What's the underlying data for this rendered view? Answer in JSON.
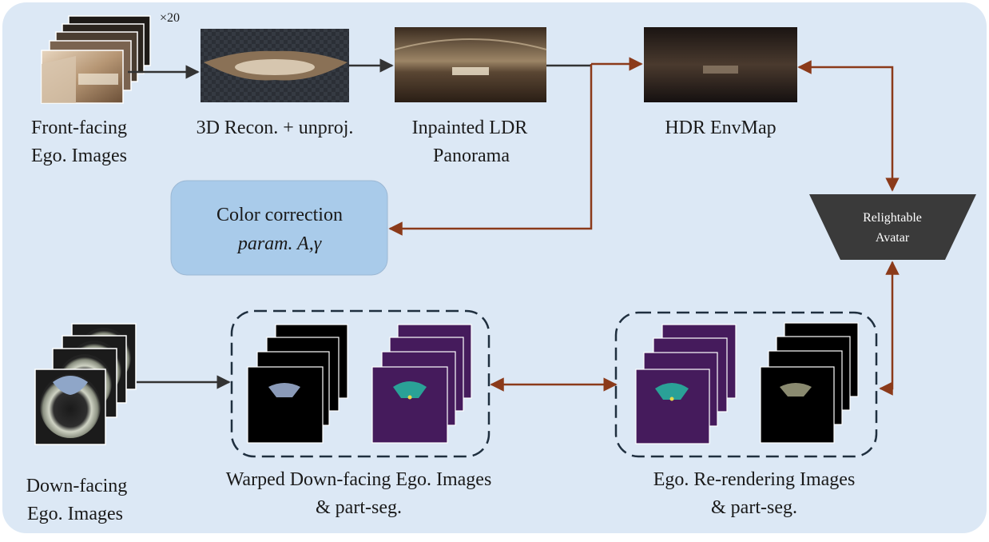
{
  "labels": {
    "front_facing_line1": "Front-facing",
    "front_facing_line2": "Ego. Images",
    "multiplier": "×20",
    "recon": "3D Recon. + unproj.",
    "inpainted_line1": "Inpainted LDR",
    "inpainted_line2": "Panorama",
    "hdr": "HDR EnvMap",
    "color_line1": "Color correction",
    "color_line2": "param. A,γ",
    "avatar_line1": "Relightable",
    "avatar_line2": "Avatar",
    "down_facing_line1": "Down-facing",
    "down_facing_line2": "Ego. Images",
    "warped_line1": "Warped  Down-facing Ego. Images",
    "warped_line2": "& part-seg.",
    "rerender_line1": "Ego. Re-rendering Images",
    "rerender_line2": "& part-seg."
  },
  "colors": {
    "background": "#dce8f5",
    "color_box": "#a9cbea",
    "trapezoid": "#3a3a3a",
    "flow_arrow": "#333333",
    "feedback_arrow": "#8b3a1a",
    "seg_purple": "#451b5c",
    "seg_teal": "#2aa197"
  }
}
